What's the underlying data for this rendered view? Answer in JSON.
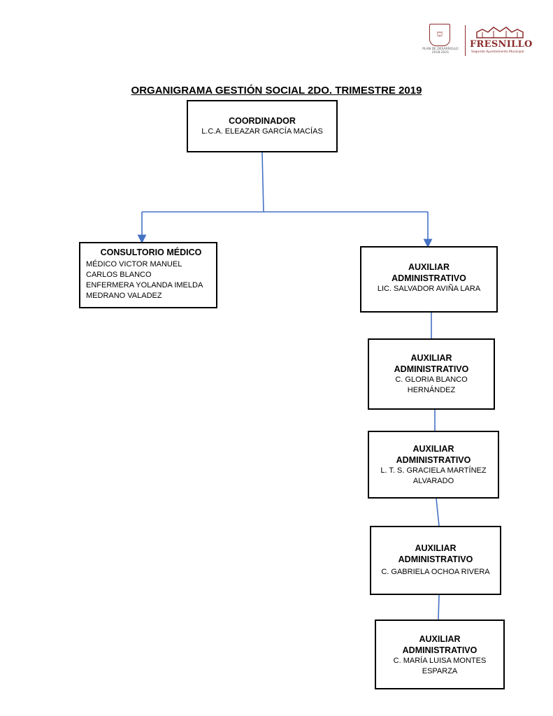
{
  "title": "ORGANIGRAMA GESTIÓN SOCIAL 2DO. TRIMESTRE 2019",
  "logos": {
    "seal_caption_1": "PLAN DE DESARROLLO",
    "seal_caption_2": "2018-2021",
    "brand": "FRESNILLO",
    "brand_tagline": "Segundo Ayuntamiento Municipal"
  },
  "nodes": {
    "coordinator": {
      "role": "COORDINADOR",
      "lines": [
        "L.C.A. ELEAZAR GARCÍA MACÍAS"
      ]
    },
    "medical": {
      "role": "CONSULTORIO MÉDICO",
      "lines": [
        "MÉDICO VICTOR MANUEL",
        "CARLOS  BLANCO",
        "ENFERMERA YOLANDA IMELDA",
        "MEDRANO VALADEZ"
      ]
    },
    "aux1": {
      "role_1": "AUXILIAR",
      "role_2": "ADMINISTRATIVO",
      "lines": [
        "LIC. SALVADOR AVIÑA LARA"
      ]
    },
    "aux2": {
      "role_1": "AUXILIAR",
      "role_2": "ADMINISTRATIVO",
      "lines": [
        "C. GLORIA BLANCO",
        "HERNÁNDEZ"
      ]
    },
    "aux3": {
      "role_1": "AUXILIAR",
      "role_2": "ADMINISTRATIVO",
      "lines": [
        "L. T. S. GRACIELA MARTÍNEZ",
        "ALVARADO"
      ]
    },
    "aux4": {
      "role_1": "AUXILIAR",
      "role_2": "ADMINISTRATIVO",
      "lines": [
        "C. GABRIELA OCHOA RIVERA"
      ]
    },
    "aux5": {
      "role_1": "AUXILIAR",
      "role_2": "ADMINISTRATIVO",
      "lines": [
        "C. MARÍA LUISA MONTES",
        "ESPARZA"
      ]
    }
  },
  "colors": {
    "connector": "#4472c4",
    "brand": "#8b2b2b"
  }
}
